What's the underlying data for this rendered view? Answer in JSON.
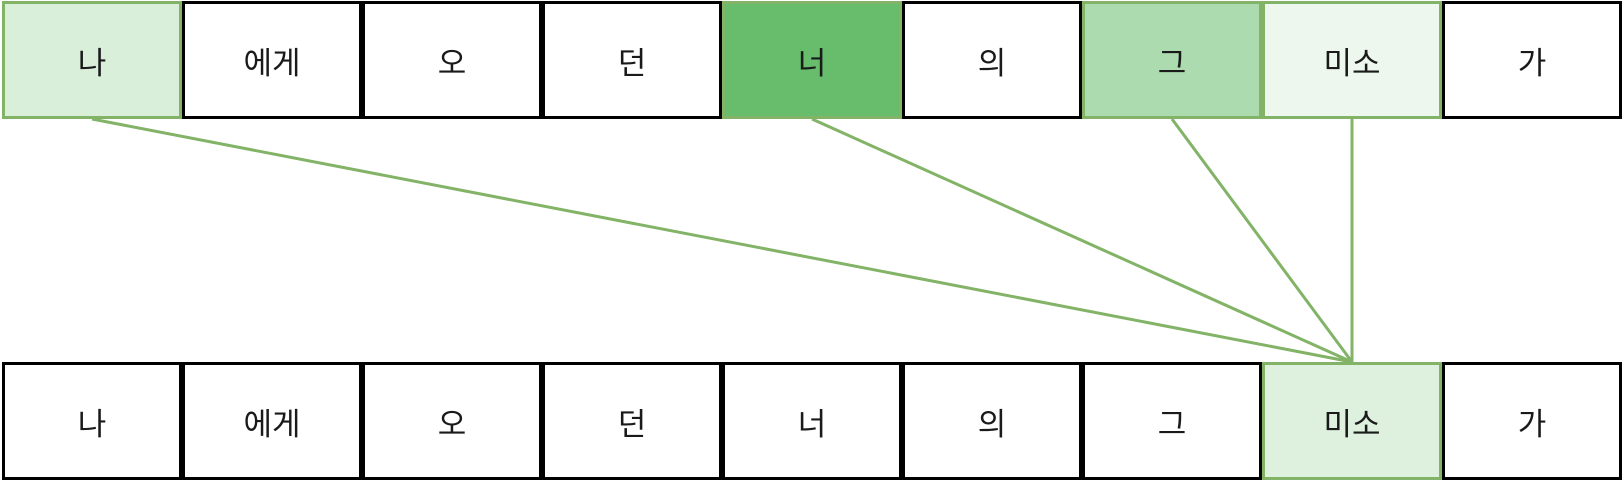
{
  "source_tokens": [
    {
      "text": "나",
      "weight": 0.25
    },
    {
      "text": "에게",
      "weight": 0
    },
    {
      "text": "오",
      "weight": 0
    },
    {
      "text": "던",
      "weight": 0
    },
    {
      "text": "너",
      "weight": 1.0
    },
    {
      "text": "의",
      "weight": 0
    },
    {
      "text": "그",
      "weight": 0.55
    },
    {
      "text": "미소",
      "weight": 0.12
    },
    {
      "text": "가",
      "weight": 0
    }
  ],
  "target_tokens": [
    {
      "text": "나",
      "weight": 0
    },
    {
      "text": "에게",
      "weight": 0
    },
    {
      "text": "오",
      "weight": 0
    },
    {
      "text": "던",
      "weight": 0
    },
    {
      "text": "너",
      "weight": 0
    },
    {
      "text": "의",
      "weight": 0
    },
    {
      "text": "그",
      "weight": 0
    },
    {
      "text": "미소",
      "weight": 0.22
    },
    {
      "text": "가",
      "weight": 0
    }
  ],
  "links": [
    {
      "from": 0,
      "to": 7
    },
    {
      "from": 4,
      "to": 7
    },
    {
      "from": 6,
      "to": 7
    },
    {
      "from": 7,
      "to": 7
    }
  ],
  "colors": {
    "base": "#ffffff",
    "accent": "#67bd6b",
    "accent_border": "#82b366",
    "default_border": "#000000"
  }
}
